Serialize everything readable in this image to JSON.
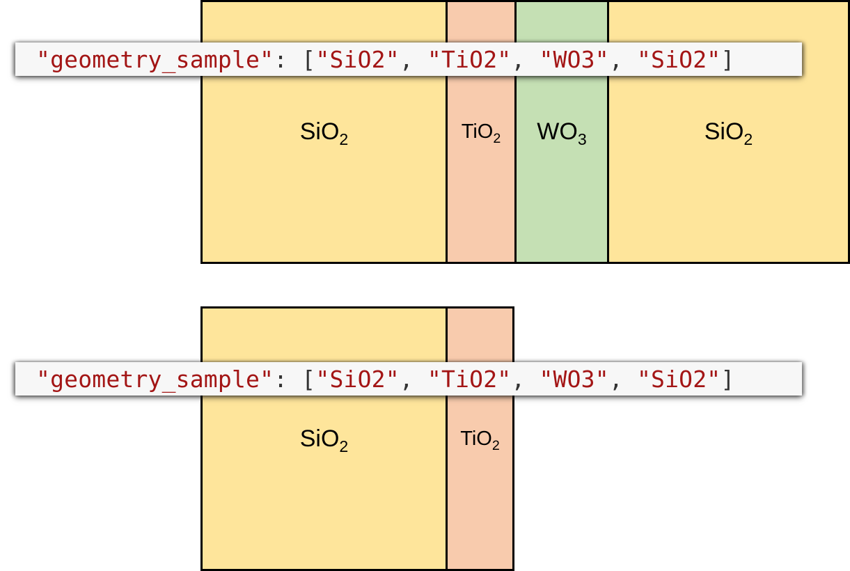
{
  "colors": {
    "SiO2": "#fee59b",
    "TiO2": "#f8cbad",
    "WO3": "#c5e0b4",
    "code_string": "#a31515",
    "code_punct": "#333333"
  },
  "code_line": {
    "key": "\"geometry_sample\"",
    "colon": ": ",
    "open": "[",
    "items": [
      "\"SiO2\"",
      "\"TiO2\"",
      "\"WO3\"",
      "\"SiO2\""
    ],
    "sep": ", ",
    "close": "]"
  },
  "top_stack": [
    {
      "base": "SiO",
      "sub": "2"
    },
    {
      "base": "TiO",
      "sub": "2"
    },
    {
      "base": "WO",
      "sub": "3"
    },
    {
      "base": "SiO",
      "sub": "2"
    }
  ],
  "bottom_stack": [
    {
      "base": "SiO",
      "sub": "2"
    },
    {
      "base": "TiO",
      "sub": "2"
    }
  ]
}
